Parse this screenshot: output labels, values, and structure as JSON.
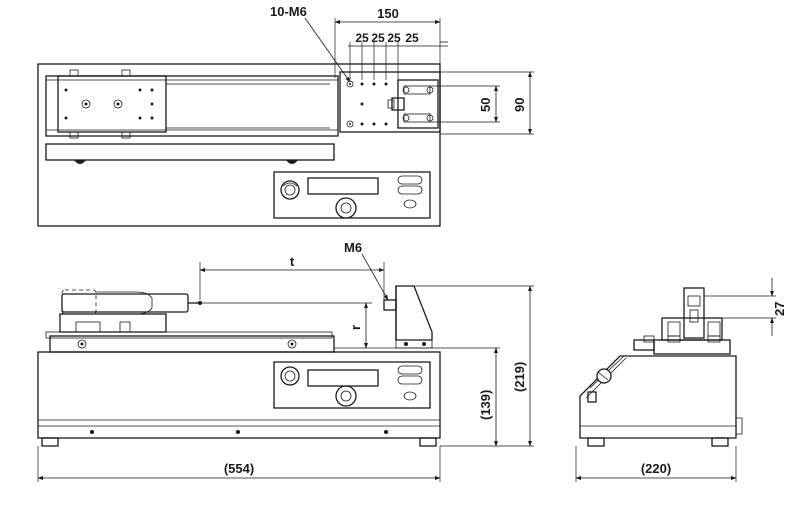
{
  "top_view": {
    "thread_callout": "10-M6",
    "dim_width": "150",
    "dim_pitch": [
      "25",
      "25",
      "25",
      "25"
    ],
    "dim_inner": "50",
    "dim_outer": "90"
  },
  "front_view": {
    "dim_travel": "t",
    "thread_callout": "M6",
    "dim_height_offset": "r",
    "dim_base_height": "(139)",
    "dim_total_height": "(219)",
    "dim_length": "(554)"
  },
  "side_view": {
    "dim_fixture": "27",
    "dim_depth": "(220)"
  }
}
